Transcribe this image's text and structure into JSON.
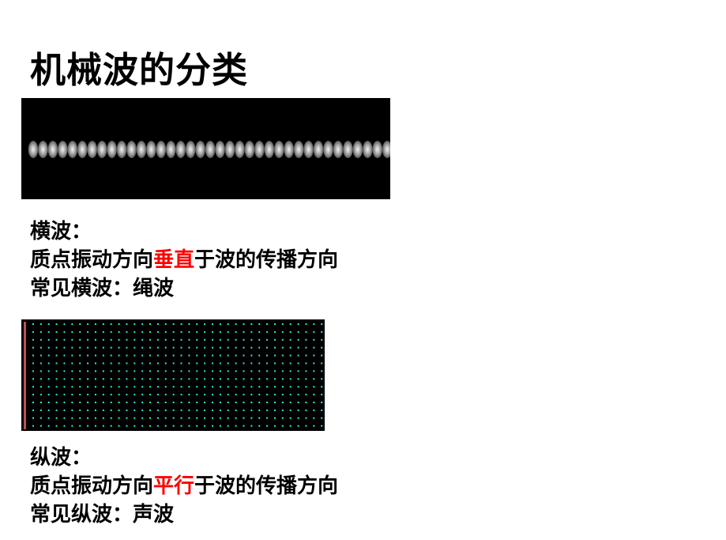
{
  "title": "机械波的分类",
  "transverse": {
    "heading": "横波：",
    "line1_pre": "质点振动方向",
    "line1_highlight": "垂直",
    "line1_post": "于波的传播方向",
    "line2": "常见横波：绳波"
  },
  "longitudinal": {
    "heading": "纵波：",
    "line1_pre": "质点振动方向",
    "line1_highlight": "平行",
    "line1_post": "于波的传播方向",
    "line2": "常见纵波：声波"
  },
  "colors": {
    "highlight": "#ff0000",
    "particle": "#33e6e0",
    "bar": "#c0504d"
  }
}
